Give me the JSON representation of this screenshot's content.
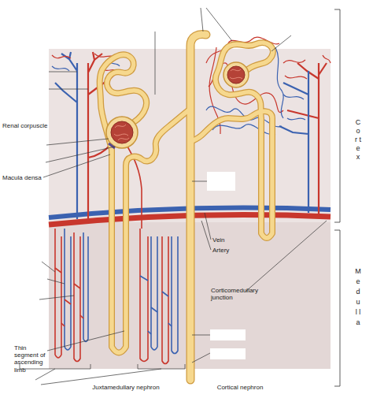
{
  "diagram": {
    "labels": [
      "Renal corpuscle",
      "Macula densa",
      "Vein",
      "Artery",
      "Corticomedullary junction",
      "Thin segment of ascending limb",
      "Juxtamedullary nephron",
      "Cortical nephron",
      "C o r t e x",
      "M e d u l l a"
    ]
  }
}
